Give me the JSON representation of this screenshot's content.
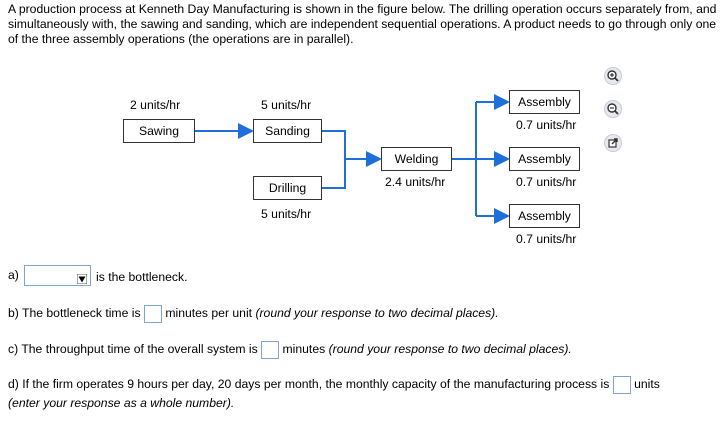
{
  "intro": "A production process at Kenneth Day Manufacturing is shown in the figure below. The drilling operation occurs separately from, and simultaneously with, the sawing and sanding, which are independent sequential operations. A product needs to go through only one of the three assembly operations (the operations are in parallel).",
  "diagram": {
    "sawing": {
      "name": "Sawing",
      "rate": "2 units/hr"
    },
    "sanding": {
      "name": "Sanding",
      "rate": "5 units/hr"
    },
    "drilling": {
      "name": "Drilling",
      "rate": "5 units/hr"
    },
    "welding": {
      "name": "Welding",
      "rate": "2.4 units/hr"
    },
    "assembly": [
      {
        "name": "Assembly",
        "rate": "0.7 units/hr"
      },
      {
        "name": "Assembly",
        "rate": "0.7 units/hr"
      },
      {
        "name": "Assembly",
        "rate": "0.7 units/hr"
      }
    ]
  },
  "tools": [
    "zoom-in-icon",
    "zoom-out-icon",
    "popout-icon"
  ],
  "questions": {
    "a_prefix": "a)",
    "a_text": "is the bottleneck.",
    "a_selected": "",
    "b_text": "b) The bottleneck time is",
    "b_after": "minutes per unit",
    "b_hint": "(round your response to two decimal places).",
    "b_value": "",
    "c_text": "c) The throughput time of the overall system is",
    "c_after": "minutes",
    "c_hint": "(round your response to two decimal places).",
    "c_value": "",
    "d_text": "d) If the firm operates 9 hours per day, 20 days per month, the monthly capacity of the manufacturing process is",
    "d_after": "units",
    "d_hint": "(enter your response as a whole number).",
    "d_value": ""
  },
  "colors": {
    "arrow": "#1e6fd9",
    "input_border": "#7fa6cf"
  }
}
